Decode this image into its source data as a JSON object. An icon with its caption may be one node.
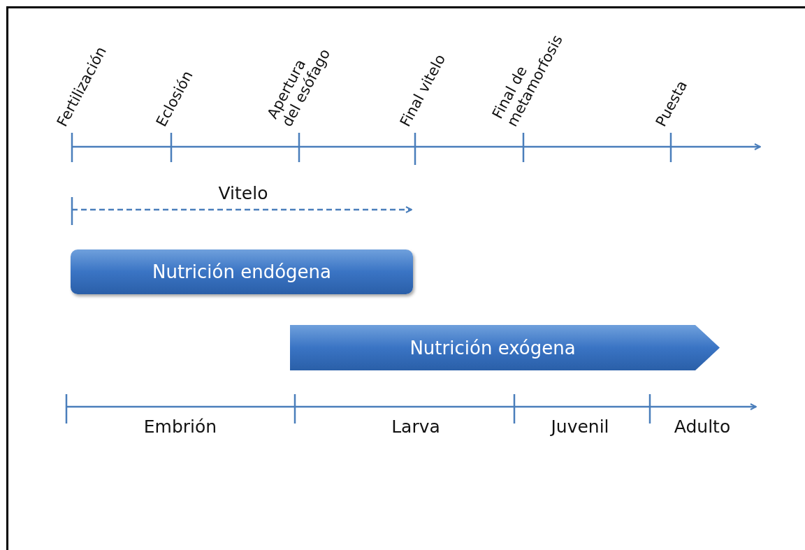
{
  "diagram": {
    "nodes": [
      {
        "text": [
          "Nutrición endógena"
        ]
      },
      {
        "text": [
          "Nutrición exógena"
        ]
      }
    ],
    "labels": [
      "Fertilización",
      "Eclosión",
      "Apertura del esófago",
      "Final vitelo",
      "Final de metamorfosis",
      "Puesta",
      "Vitelo",
      "Embrión",
      "Larva",
      "Juvenil",
      "Adulto"
    ]
  }
}
